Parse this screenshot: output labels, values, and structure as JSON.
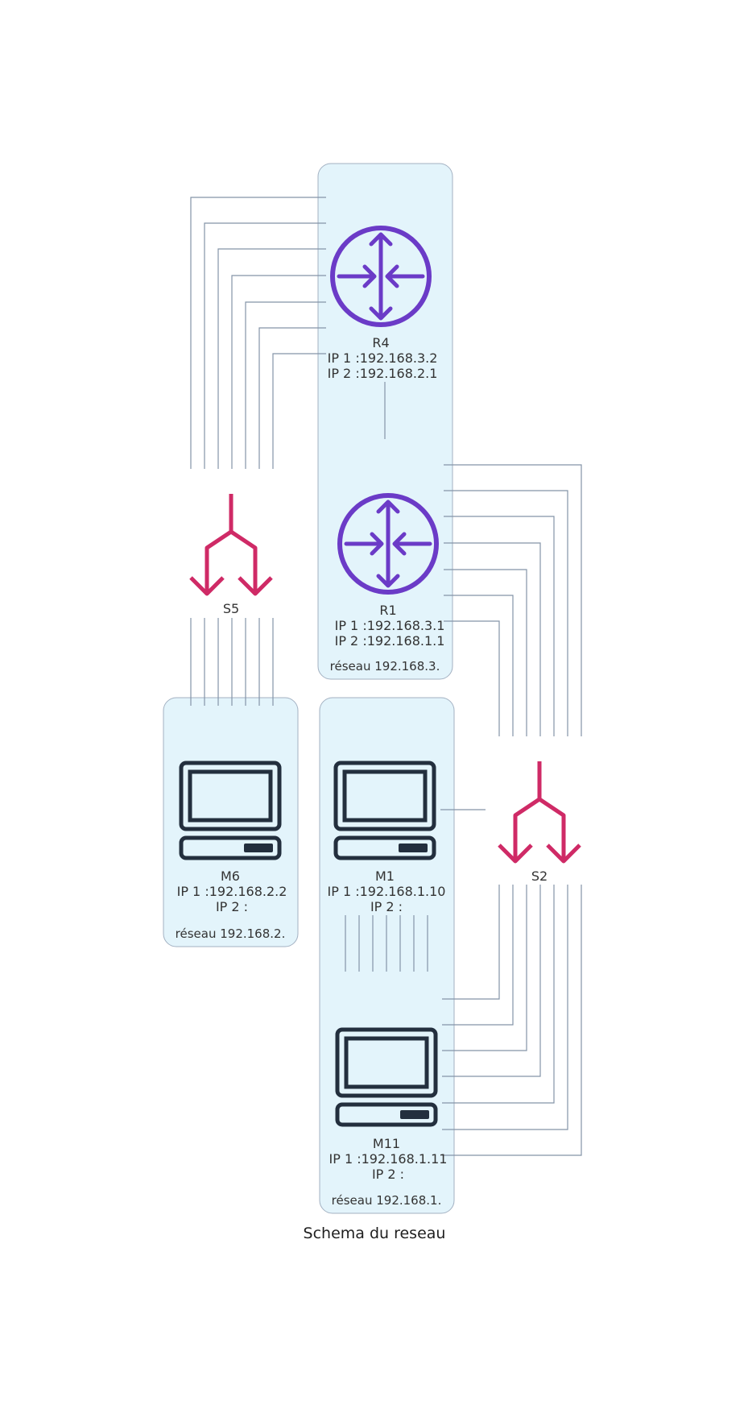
{
  "title": "Schema du reseau",
  "networks": {
    "r4_r1": "réseau 192.168.3.",
    "m6": "réseau 192.168.2.",
    "m1_m11": "réseau 192.168.1."
  },
  "nodes": {
    "r4": {
      "type": "router",
      "name": "R4",
      "ip1": "IP 1 :192.168.3.2",
      "ip2": "IP 2 :192.168.2.1"
    },
    "r1": {
      "type": "router",
      "name": "R1",
      "ip1": "IP 1 :192.168.3.1",
      "ip2": "IP 2 :192.168.1.1"
    },
    "s5": {
      "type": "switch",
      "name": "S5"
    },
    "s2": {
      "type": "switch",
      "name": "S2"
    },
    "m6": {
      "type": "computer",
      "name": "M6",
      "ip1": "IP 1 :192.168.2.2",
      "ip2": "IP 2 :"
    },
    "m1": {
      "type": "computer",
      "name": "M1",
      "ip1": "IP 1 :192.168.1.10",
      "ip2": "IP 2 :"
    },
    "m11": {
      "type": "computer",
      "name": "M11",
      "ip1": "IP 1 :192.168.1.11",
      "ip2": "IP 2 :"
    }
  },
  "colors": {
    "router": "#6b3bc7",
    "switch": "#cf2a66",
    "computer": "#232f3e",
    "group_fill": "#e3f4fb",
    "wire": "#8494a8"
  }
}
